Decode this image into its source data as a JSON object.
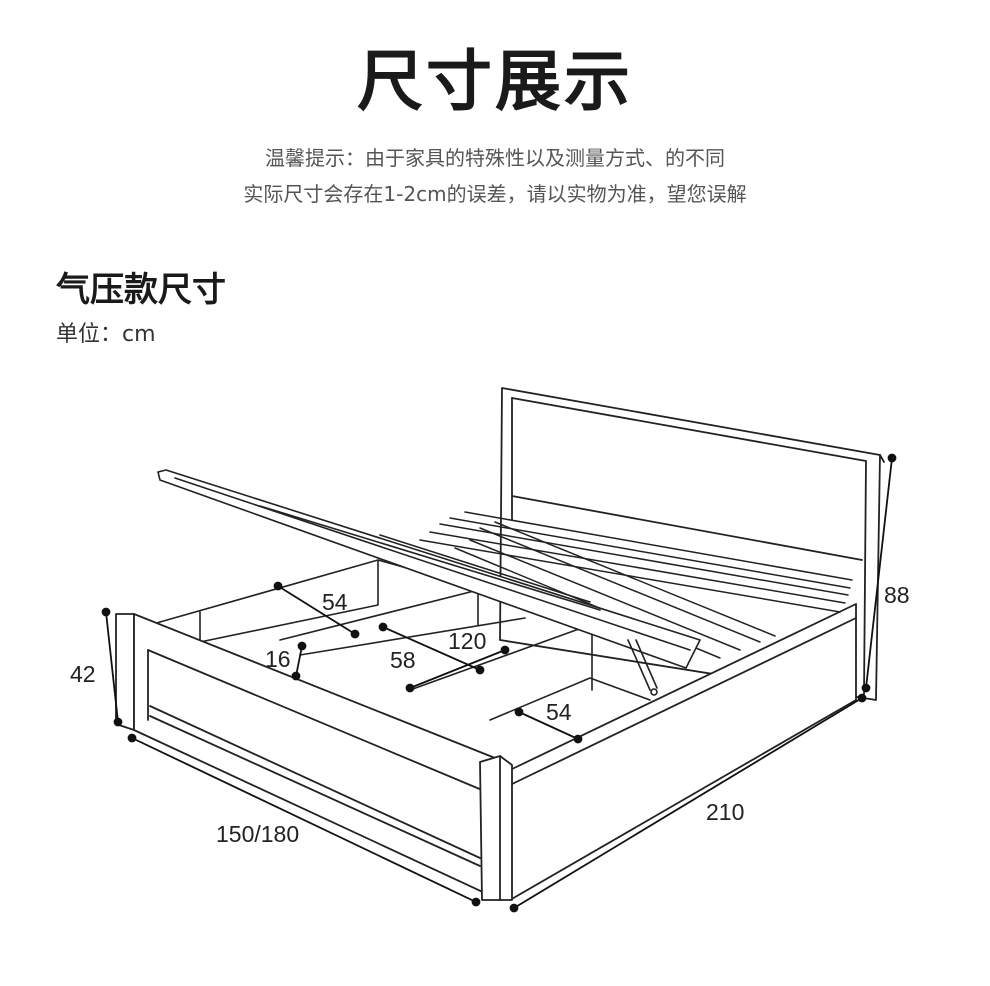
{
  "header": {
    "title": "尺寸展示",
    "tip_line1": "温馨提示：由于家具的特殊性以及测量方式、的不同",
    "tip_line2": "实际尺寸会存在1-2cm的误差，请以实物为准，望您误解"
  },
  "section": {
    "title": "气压款尺寸",
    "unit": "单位：cm"
  },
  "dimensions": {
    "height_headboard": "88",
    "height_footboard": "42",
    "width": "150/180",
    "length": "210",
    "compartment_front": "54",
    "compartment_middle": "58",
    "compartment_back": "54",
    "divider": "16",
    "inner_length": "120"
  }
}
